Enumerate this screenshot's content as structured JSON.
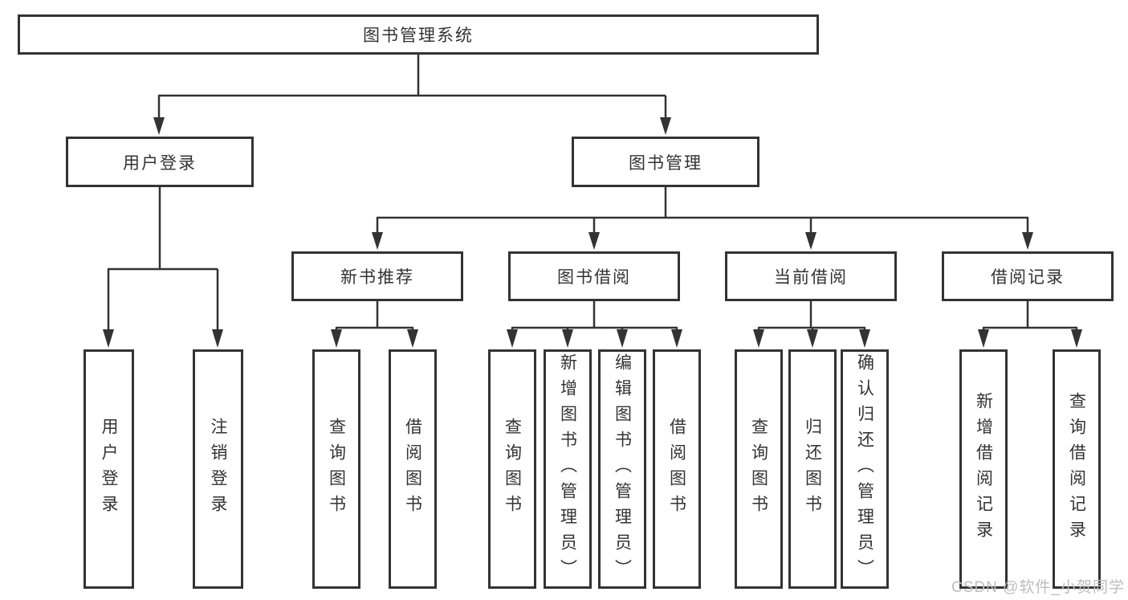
{
  "colors": {
    "line": "#333333",
    "box_border": "#333333",
    "text": "#333333",
    "background": "#ffffff",
    "watermark": "#bdbdbd"
  },
  "watermark": "CSDN @软件_小贺同学",
  "tree": {
    "label": "图书管理系统",
    "children": [
      {
        "label": "用户登录",
        "children": [
          {
            "label": "用户登录"
          },
          {
            "label": "注销登录"
          }
        ]
      },
      {
        "label": "图书管理",
        "children": [
          {
            "label": "新书推荐",
            "children": [
              {
                "label": "查询图书"
              },
              {
                "label": "借阅图书"
              }
            ]
          },
          {
            "label": "图书借阅",
            "children": [
              {
                "label": "查询图书"
              },
              {
                "label": "新增图书（管理员）"
              },
              {
                "label": "编辑图书（管理员）"
              },
              {
                "label": "借阅图书"
              }
            ]
          },
          {
            "label": "当前借阅",
            "children": [
              {
                "label": "查询图书"
              },
              {
                "label": "归还图书"
              },
              {
                "label": "确认归还（管理员）"
              }
            ]
          },
          {
            "label": "借阅记录",
            "children": [
              {
                "label": "新增借阅记录"
              },
              {
                "label": "查询借阅记录"
              }
            ]
          }
        ]
      }
    ]
  }
}
